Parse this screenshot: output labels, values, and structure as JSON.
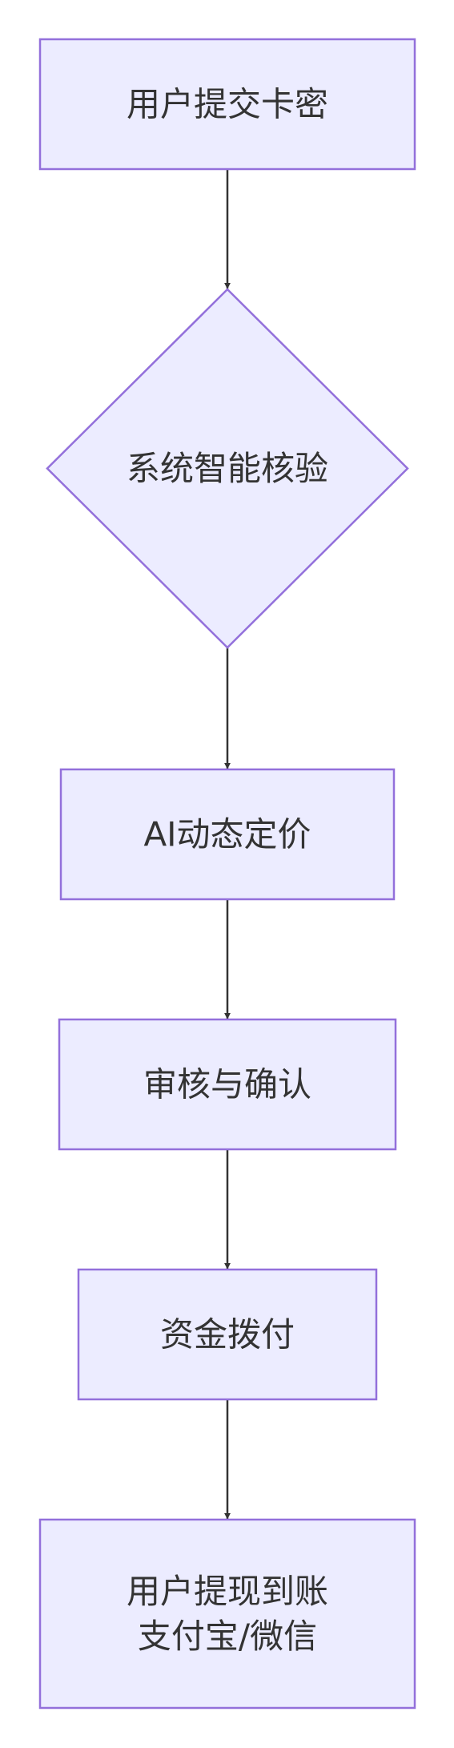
{
  "diagram": {
    "type": "flowchart",
    "direction": "top-down",
    "colors": {
      "node_fill": "#ececff",
      "node_stroke": "#9370db",
      "edge": "#333333",
      "text": "#333333",
      "background": "#ffffff"
    },
    "nodes": [
      {
        "id": "submit",
        "shape": "rectangle",
        "lines": [
          "用户提交卡密"
        ]
      },
      {
        "id": "verify",
        "shape": "diamond",
        "lines": [
          "系统智能核验"
        ]
      },
      {
        "id": "pricing",
        "shape": "rectangle",
        "lines": [
          "AI动态定价"
        ]
      },
      {
        "id": "review",
        "shape": "rectangle",
        "lines": [
          "审核与确认"
        ]
      },
      {
        "id": "payout",
        "shape": "rectangle",
        "lines": [
          "资金拨付"
        ]
      },
      {
        "id": "withdraw",
        "shape": "rectangle",
        "lines": [
          "用户提现到账",
          "支付宝/微信"
        ]
      }
    ],
    "edges": [
      {
        "from": "submit",
        "to": "verify"
      },
      {
        "from": "verify",
        "to": "pricing"
      },
      {
        "from": "pricing",
        "to": "review"
      },
      {
        "from": "review",
        "to": "payout"
      },
      {
        "from": "payout",
        "to": "withdraw"
      }
    ]
  }
}
